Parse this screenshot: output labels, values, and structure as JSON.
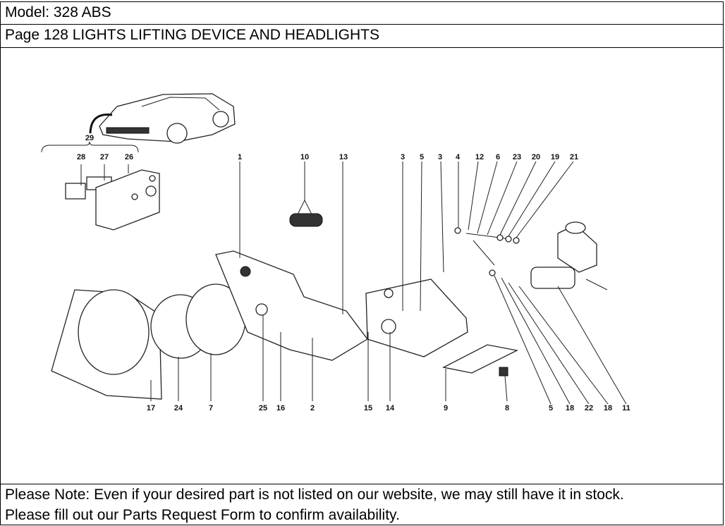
{
  "header": {
    "model": "Model: 328 ABS",
    "page_title": "Page 128  LIGHTS LIFTING DEVICE AND HEADLIGHTS"
  },
  "diagram": {
    "group_label": "29",
    "top_labels": [
      "28",
      "27",
      "26",
      "1",
      "10",
      "13",
      "3",
      "5",
      "3",
      "4",
      "12",
      "6",
      "23",
      "20",
      "19",
      "21"
    ],
    "bottom_labels": [
      "17",
      "24",
      "7",
      "25",
      "16",
      "2",
      "15",
      "14",
      "9",
      "8",
      "5",
      "18",
      "22",
      "18",
      "11"
    ]
  },
  "footer": {
    "line1": "Please Note: Even if your desired part is not listed on our website, we may still have it in stock.",
    "line2": "Please fill out our Parts Request Form to confirm availability."
  }
}
